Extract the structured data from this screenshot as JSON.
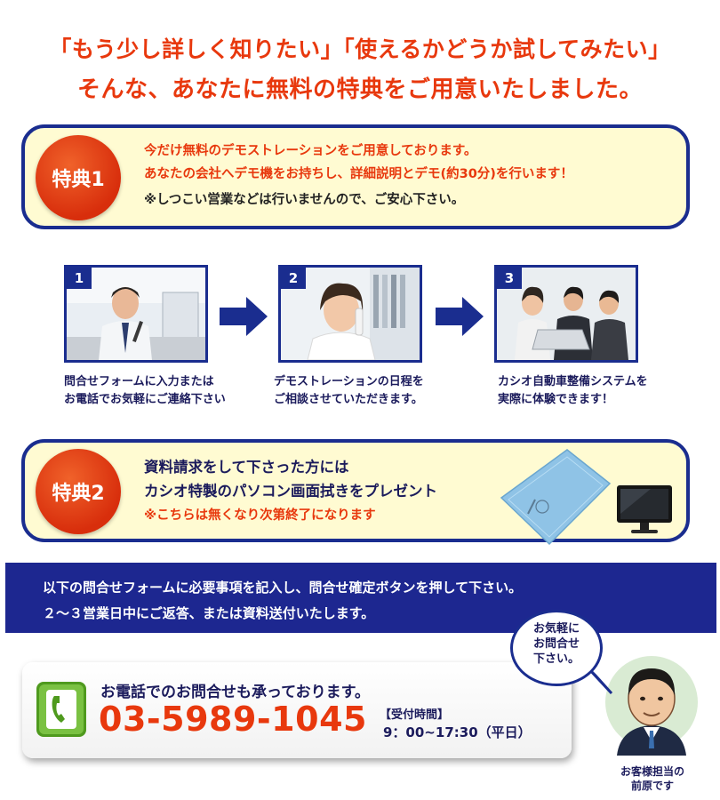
{
  "headline": {
    "line1": "「もう少し詳しく知りたい」「使えるかどうか試してみたい」",
    "line2": "そんな、あなたに無料の特典をご用意いたしました。"
  },
  "benefit1": {
    "badge": "特典1",
    "line1": "今だけ無料のデモストレーションをご用意しております。",
    "line2": "あなたの会社へデモ機をお持ちし、詳細説明とデモ(約30分)を行います！",
    "line3": "※しつこい営業などは行いませんので、ご安心下さい。"
  },
  "steps": [
    {
      "number": "1",
      "caption_line1": "問合せフォームに入力または",
      "caption_line2": "お電話でお気軽にご連絡下さい"
    },
    {
      "number": "2",
      "caption_line1": "デモストレーションの日程を",
      "caption_line2": "ご相談させていただきます。"
    },
    {
      "number": "3",
      "caption_line1": "カシオ自動車整備システムを",
      "caption_line2": "実際に体験できます！"
    }
  ],
  "benefit2": {
    "badge": "特典2",
    "line1": "資料請求をして下さった方には",
    "line2": "カシオ特製のパソコン画面拭きをプレゼント",
    "line3": "※こちらは無くなり次第終了になります"
  },
  "instructions": {
    "line1": "以下の問合せフォームに必要事項を記入し、問合せ確定ボタンを押して下さい。",
    "line2": "２～３営業日中にご返答、または資料送付いたします。"
  },
  "contact": {
    "lead": "お電話でのお問合せも承っております。",
    "phone": "03-5989-1045",
    "hours_label": "【受付時間】",
    "hours": "9：00~17:30（平日）"
  },
  "staff": {
    "bubble_line1": "お気軽に",
    "bubble_line2": "お問合せ",
    "bubble_line3": "下さい。",
    "caption_line1": "お客様担当の",
    "caption_line2": "前原です"
  },
  "colors": {
    "accent_red": "#e8380d",
    "navy": "#1a2d8f",
    "box_fill": "#fffbd2"
  },
  "icons": [
    "phone-icon",
    "arrow-right-icon"
  ]
}
